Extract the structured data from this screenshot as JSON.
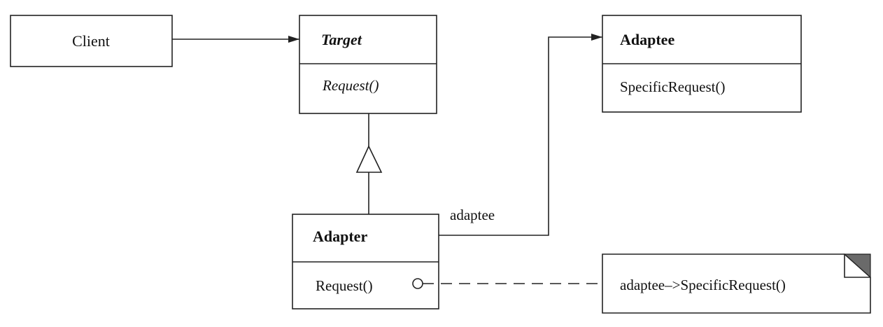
{
  "classes": {
    "client": {
      "name": "Client"
    },
    "target": {
      "name": "Target",
      "method": "Request()"
    },
    "adaptee": {
      "name": "Adaptee",
      "method": "SpecificRequest()"
    },
    "adapter": {
      "name": "Adapter",
      "method": "Request()"
    }
  },
  "association": {
    "label": "adaptee"
  },
  "note": {
    "text": "adaptee–>SpecificRequest()"
  }
}
